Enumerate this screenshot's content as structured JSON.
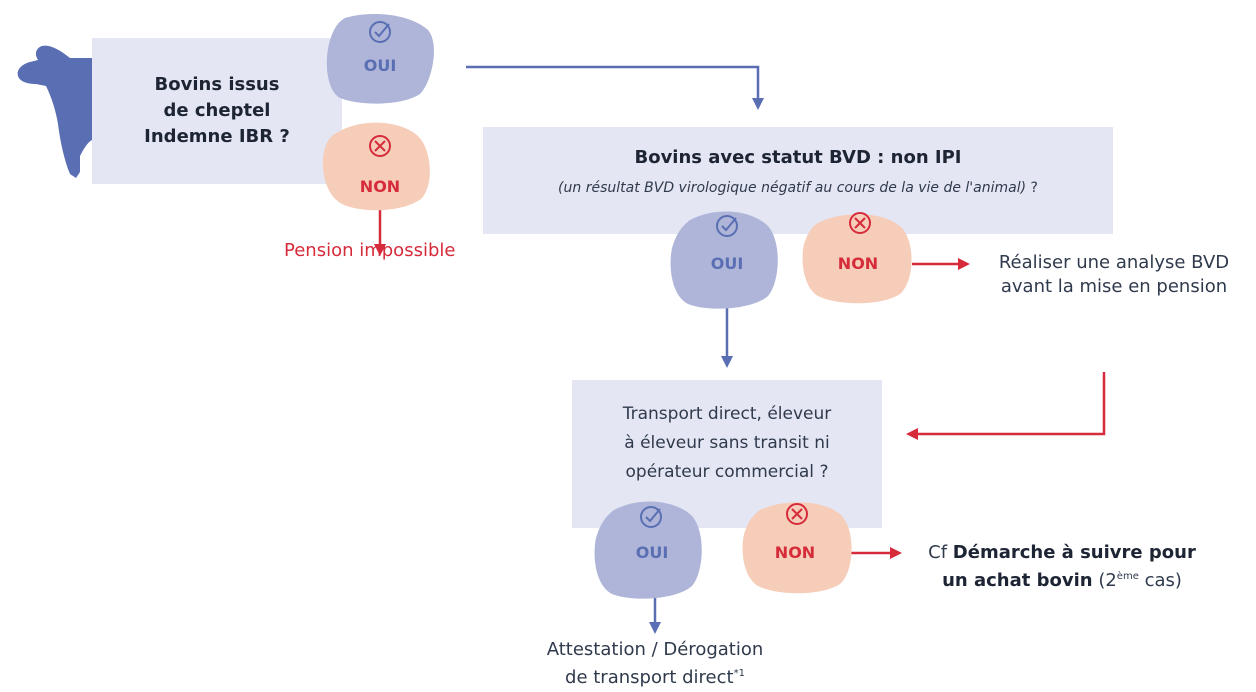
{
  "q1": {
    "title": "Bovins issus de cheptel Indemne IBR ?",
    "line1": "Bovins issus",
    "line2": "de cheptel",
    "line3": "Indemne IBR ?",
    "yes": "OUI",
    "no": "NON",
    "no_result": "Pension impossible"
  },
  "q2": {
    "title": "Bovins avec statut BVD : non IPI",
    "subtitle": "(un résultat BVD virologique négatif au cours de la vie de l'animal)",
    "subtitle_suffix": " ?",
    "yes": "OUI",
    "no": "NON",
    "no_result_line1": "Réaliser une analyse BVD",
    "no_result_line2": "avant la mise en pension"
  },
  "q3": {
    "line1": "Transport direct, éleveur",
    "line2": "à éleveur sans transit ni",
    "line3": "opérateur commercial ?",
    "yes": "OUI",
    "no": "NON",
    "no_result_prefix": "Cf ",
    "no_result_bold1": "Démarche à suivre pour",
    "no_result_bold2": "un achat bovin",
    "no_result_suffix_pre": " (2",
    "no_result_sup": "ème",
    "no_result_suffix_post": " cas)",
    "yes_result_line1": "Attestation / Dérogation",
    "yes_result_line2": "de transport direct",
    "yes_result_sup": "*1"
  },
  "colors": {
    "box": "#e4e6f3",
    "blob_yes": "#aeb5d8",
    "blob_no": "#f5cdb9",
    "arrow_blue": "#5a6fb3",
    "arrow_red": "#d62b3a",
    "cow": "#5a6fb3"
  },
  "icons": {
    "yes": "check-circle-icon",
    "no": "cross-circle-icon",
    "animal": "cow-icon"
  }
}
